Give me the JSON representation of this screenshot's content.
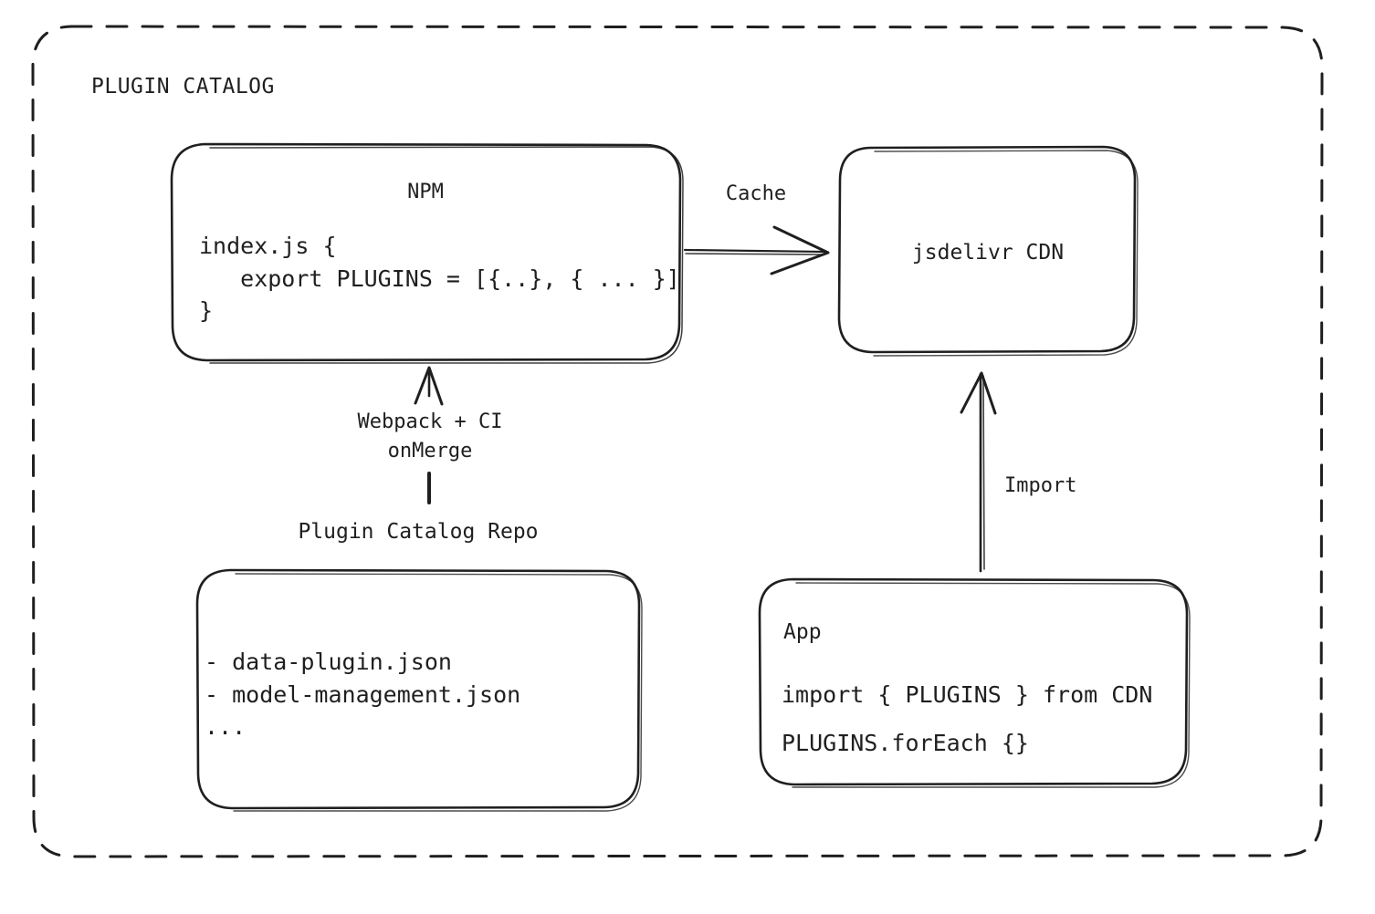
{
  "diagram": {
    "title": "PLUGIN CATALOG",
    "nodes": {
      "npm": {
        "title": "NPM",
        "code": "index.js {\n   export PLUGINS = [{..}, { ... }]\n}"
      },
      "cdn": {
        "title": "jsdelivr CDN"
      },
      "repo": {
        "label": "Plugin Catalog Repo",
        "files": "- data-plugin.json\n- model-management.json\n..."
      },
      "app": {
        "title": "App",
        "import_line": "import { PLUGINS } from CDN",
        "foreach_line": "PLUGINS.forEach {}"
      }
    },
    "edges": {
      "cache": "Cache",
      "webpack": "Webpack + CI\nonMerge",
      "import": "Import"
    },
    "colors": {
      "stroke": "#1f1f1f",
      "background": "#ffffff",
      "text": "#1f1f1f"
    }
  }
}
